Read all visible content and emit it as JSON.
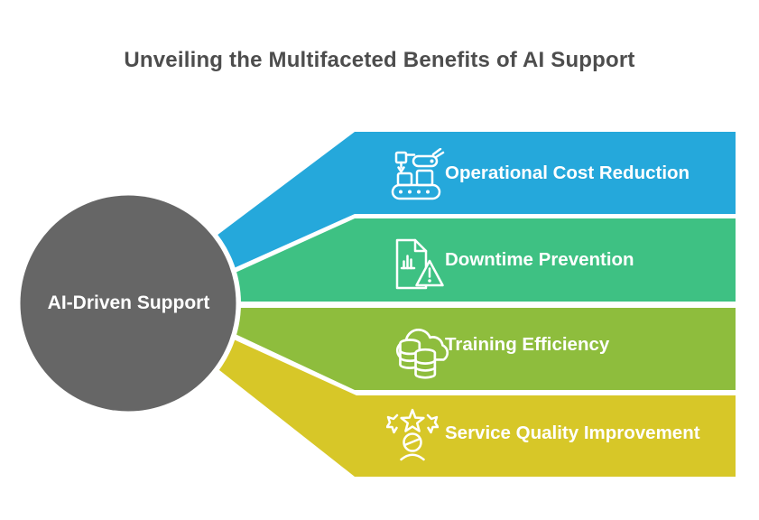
{
  "title": "Unveiling the Multifaceted Benefits of AI Support",
  "center": {
    "label": "AI-Driven Support",
    "color": "#666666",
    "text_color": "#ffffff"
  },
  "benefits": [
    {
      "label": "Operational Cost Reduction",
      "icon": "factory-automation-icon",
      "color": "#25a8db"
    },
    {
      "label": "Downtime Prevention",
      "icon": "document-alert-icon",
      "color": "#3ec183"
    },
    {
      "label": "Training Efficiency",
      "icon": "cloud-database-icon",
      "color": "#8ebd3d"
    },
    {
      "label": "Service Quality Improvement",
      "icon": "stars-person-icon",
      "color": "#d7c728"
    }
  ],
  "colors": {
    "background": "#ffffff",
    "title_text": "#4d4d4d",
    "label_text": "#ffffff",
    "separator": "#ffffff"
  }
}
